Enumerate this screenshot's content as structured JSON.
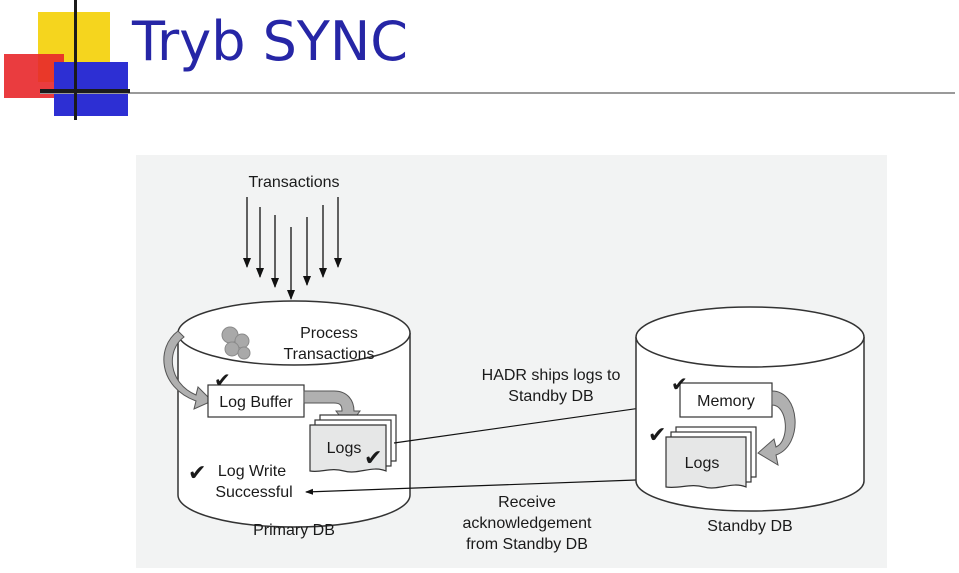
{
  "slide": {
    "title": "Tryb SYNC"
  },
  "diagram": {
    "transactions": "Transactions",
    "process_line1": "Process",
    "process_line2": "Transactions",
    "log_buffer": "Log Buffer",
    "logs_primary": "Logs",
    "log_write_line1": "Log Write",
    "log_write_line2": "Successful",
    "primary_db": "Primary DB",
    "hadr_line1": "HADR ships logs to",
    "hadr_line2": "Standby DB",
    "receive_line1": "Receive",
    "receive_line2": "acknowledgement",
    "receive_line3": "from Standby DB",
    "memory": "Memory",
    "logs_standby": "Logs",
    "standby_db": "Standby DB",
    "checkmark": "✔"
  }
}
